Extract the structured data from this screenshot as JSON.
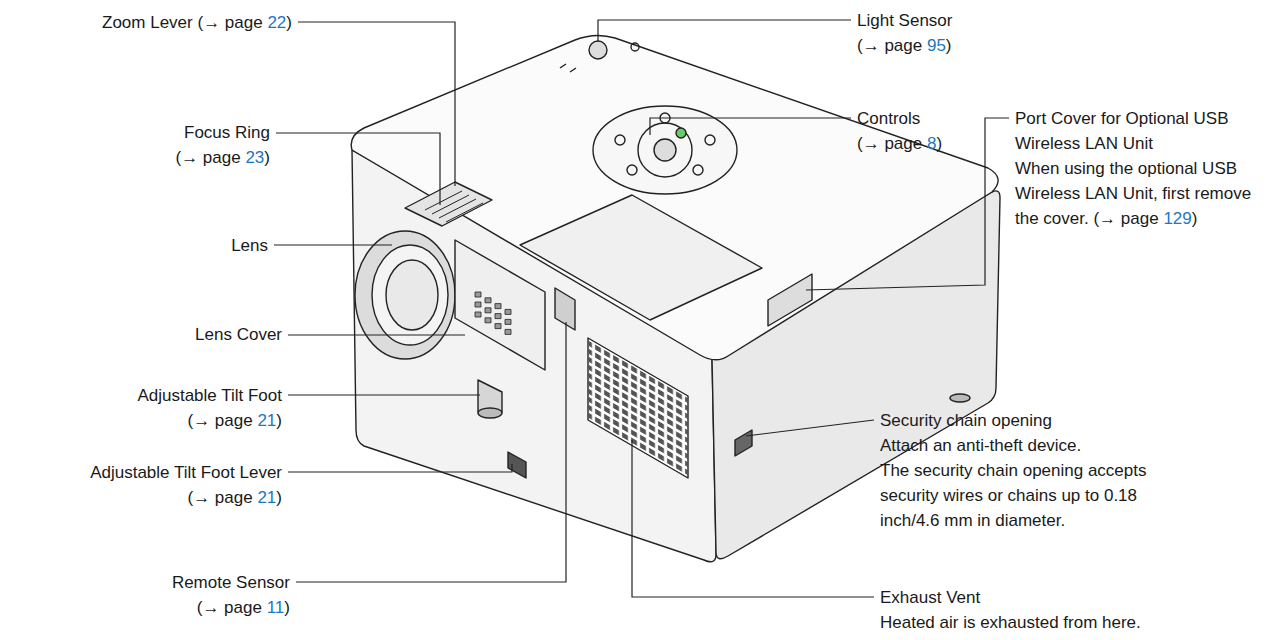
{
  "diagram": {
    "labels": [
      "Zoom Lever (→ page 22)",
      "Focus Ring (→ page 23)",
      "Lens",
      "Lens Cover",
      "Adjustable Tilt Foot (→ page 21)",
      "Adjustable Tilt Foot Lever (→ page 21)",
      "Remote Sensor (→ page 11)",
      "Light Sensor (→ page 95)",
      "Controls (→ page 8)",
      "Port Cover for Optional USB Wireless LAN Unit",
      "When using the optional USB Wireless LAN Unit, first remove the cover. (→ page 129)",
      "Security chain opening",
      "Attach an anti-theft device.",
      "The security chain opening accepts security wires or chains up to 0.18 inch/4.6 mm in diameter.",
      "Exhaust Vent",
      "Heated air is exhausted from here."
    ]
  }
}
